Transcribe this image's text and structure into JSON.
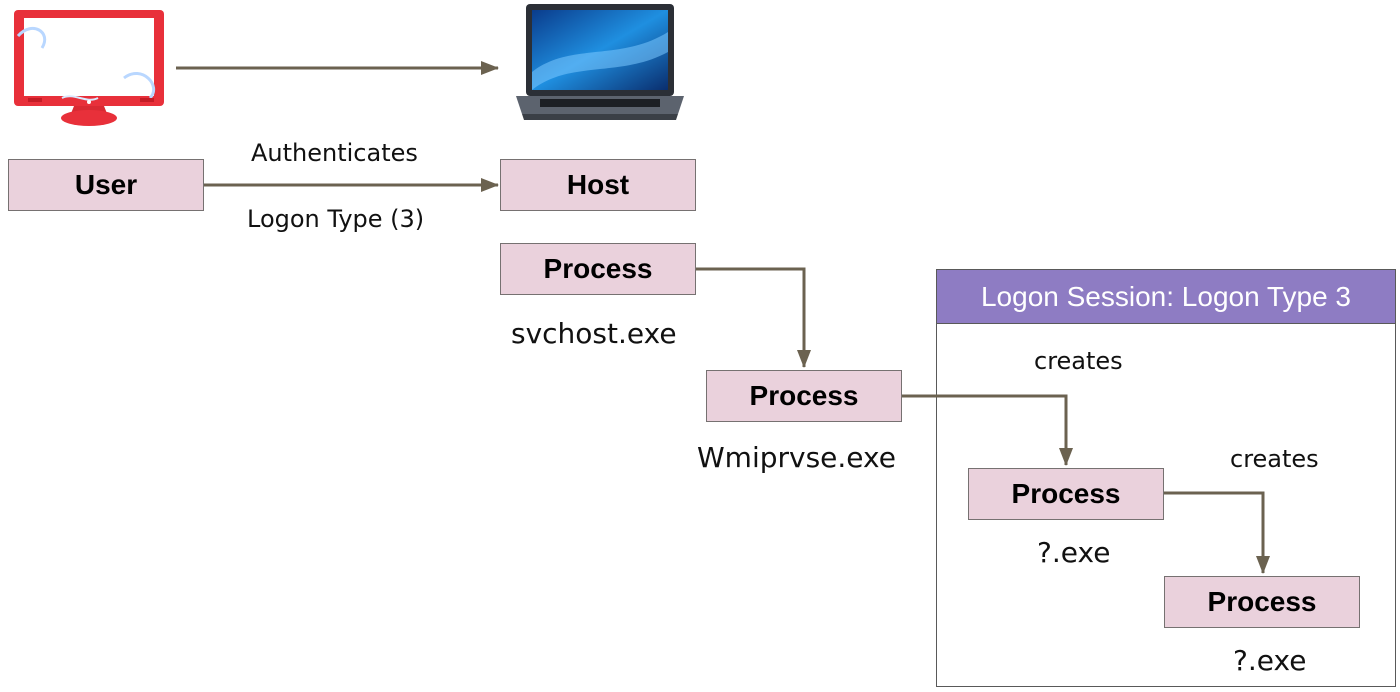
{
  "diagram": {
    "nodes": {
      "user": "User",
      "host": "Host",
      "process_svchost": "Process",
      "process_wmi": "Process",
      "process_child1": "Process",
      "process_child2": "Process"
    },
    "edge_labels": {
      "authenticates": "Authenticates",
      "logon_type": "Logon Type (3)",
      "creates_1": "creates",
      "creates_2": "creates"
    },
    "process_names": {
      "svchost": "svchost.exe",
      "wmi": "Wmiprvse.exe",
      "child1": "?.exe",
      "child2": "?.exe"
    },
    "session": {
      "title": "Logon Session: Logon Type 3"
    },
    "icons": {
      "user": "monitor-icon",
      "host": "laptop-icon"
    },
    "colors": {
      "node_fill": "#ead1dc",
      "node_border": "#767171",
      "arrow": "#6b6250",
      "session_header": "#8e7cc3",
      "monitor": "#e8303a"
    }
  }
}
